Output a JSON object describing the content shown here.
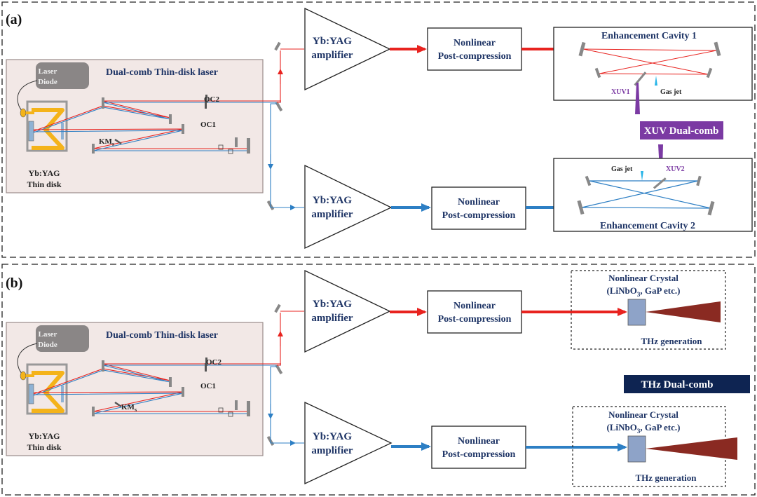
{
  "panels": [
    {
      "label": "(a)",
      "laser": {
        "title": "Dual-comb Thin-disk laser",
        "diode": [
          "Laser",
          "Diode"
        ],
        "disk": [
          "Yb:YAG",
          "Thin disk"
        ],
        "oc2": "OC2",
        "oc1": "OC1",
        "km_main": "KM",
        "km_sub": "s"
      },
      "amp_top": [
        "Yb:YAG",
        "amplifier"
      ],
      "amp_bottom": [
        "Yb:YAG",
        "amplifier"
      ],
      "comp_top": [
        "Nonlinear",
        "Post-compression"
      ],
      "comp_bottom": [
        "Nonlinear",
        "Post-compression"
      ],
      "cavity1": {
        "title": "Enhancement Cavity 1",
        "gas": "Gas jet",
        "xuv": "XUV1"
      },
      "cavity2": {
        "title": "Enhancement Cavity 2",
        "gas": "Gas jet",
        "xuv": "XUV2"
      },
      "output": "XUV Dual-comb"
    },
    {
      "label": "(b)",
      "laser": {
        "title": "Dual-comb Thin-disk laser",
        "diode": [
          "Laser",
          "Diode"
        ],
        "disk": [
          "Yb:YAG",
          "Thin disk"
        ],
        "oc2": "OC2",
        "oc1": "OC1",
        "km_main": "KM",
        "km_sub": "s"
      },
      "amp_top": [
        "Yb:YAG",
        "amplifier"
      ],
      "amp_bottom": [
        "Yb:YAG",
        "amplifier"
      ],
      "comp_top": [
        "Nonlinear",
        "Post-compression"
      ],
      "comp_bottom": [
        "Nonlinear",
        "Post-compression"
      ],
      "crystal_top": {
        "line1": "Nonlinear Crystal",
        "line2_pre": "(LiNbO",
        "line2_sub": "3",
        "line2_post": ", GaP etc.)",
        "gen": "THz generation"
      },
      "crystal_bottom": {
        "line1": "Nonlinear Crystal",
        "line2_pre": "(LiNbO",
        "line2_sub": "3",
        "line2_post": ", GaP etc.)",
        "gen": "THz generation"
      },
      "output": "THz Dual-comb"
    }
  ],
  "colors": {
    "red_beam": "#e8231f",
    "blue_beam": "#2d7fc4",
    "navy_text": "#1f3566",
    "xuv_purple": "#7b3aa3",
    "gasjet_cyan": "#29b5e8",
    "thz_brown": "#8a2a22",
    "laser_panel": "#f2e8e6",
    "pump_yellow": "#f4b31a",
    "thz_badge": "#0e2452"
  }
}
